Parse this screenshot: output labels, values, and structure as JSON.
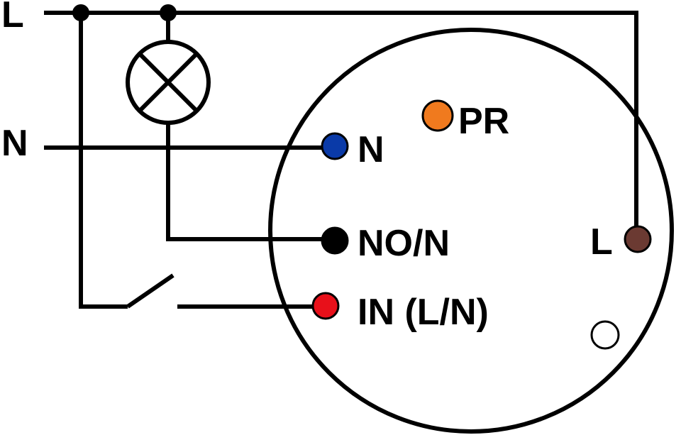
{
  "supply": {
    "live_label": "L",
    "neutral_label": "N"
  },
  "device": {
    "terminals": {
      "n": {
        "label": "N",
        "color": "#0a3aa8"
      },
      "pr": {
        "label": "PR",
        "color": "#f07a1e"
      },
      "no_n": {
        "label": "NO/N",
        "color": "#000000"
      },
      "in": {
        "label": "IN (L/N)",
        "color": "#e8101a"
      },
      "l": {
        "label": "L",
        "color": "#6b3a32"
      },
      "unused": {
        "label": "",
        "color": "#ffffff"
      }
    }
  }
}
